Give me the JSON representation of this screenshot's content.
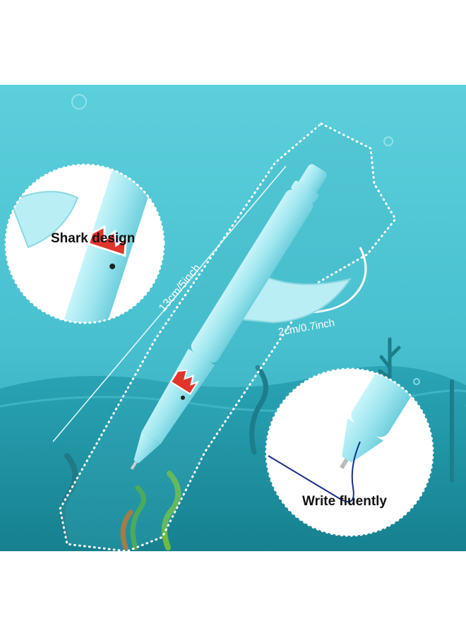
{
  "product": {
    "callouts": {
      "shark_design": "Shark design",
      "write_fluently": "Write fluently"
    },
    "dimensions": {
      "length": "13cm/5inch",
      "fin_width": "2cm/0.7inch"
    }
  },
  "colors": {
    "sky_top": "#5ccfdc",
    "water_mid": "#3fb3c3",
    "water_deep": "#1e8e9f",
    "pen_body": "#9fe6f0",
    "pen_shadow": "#6fcfdc",
    "mouth_red": "#e0352b",
    "ink_line": "#1a2d8a",
    "seaweed_green": "#4ea83a",
    "seaweed_orange": "#c56a1e"
  }
}
